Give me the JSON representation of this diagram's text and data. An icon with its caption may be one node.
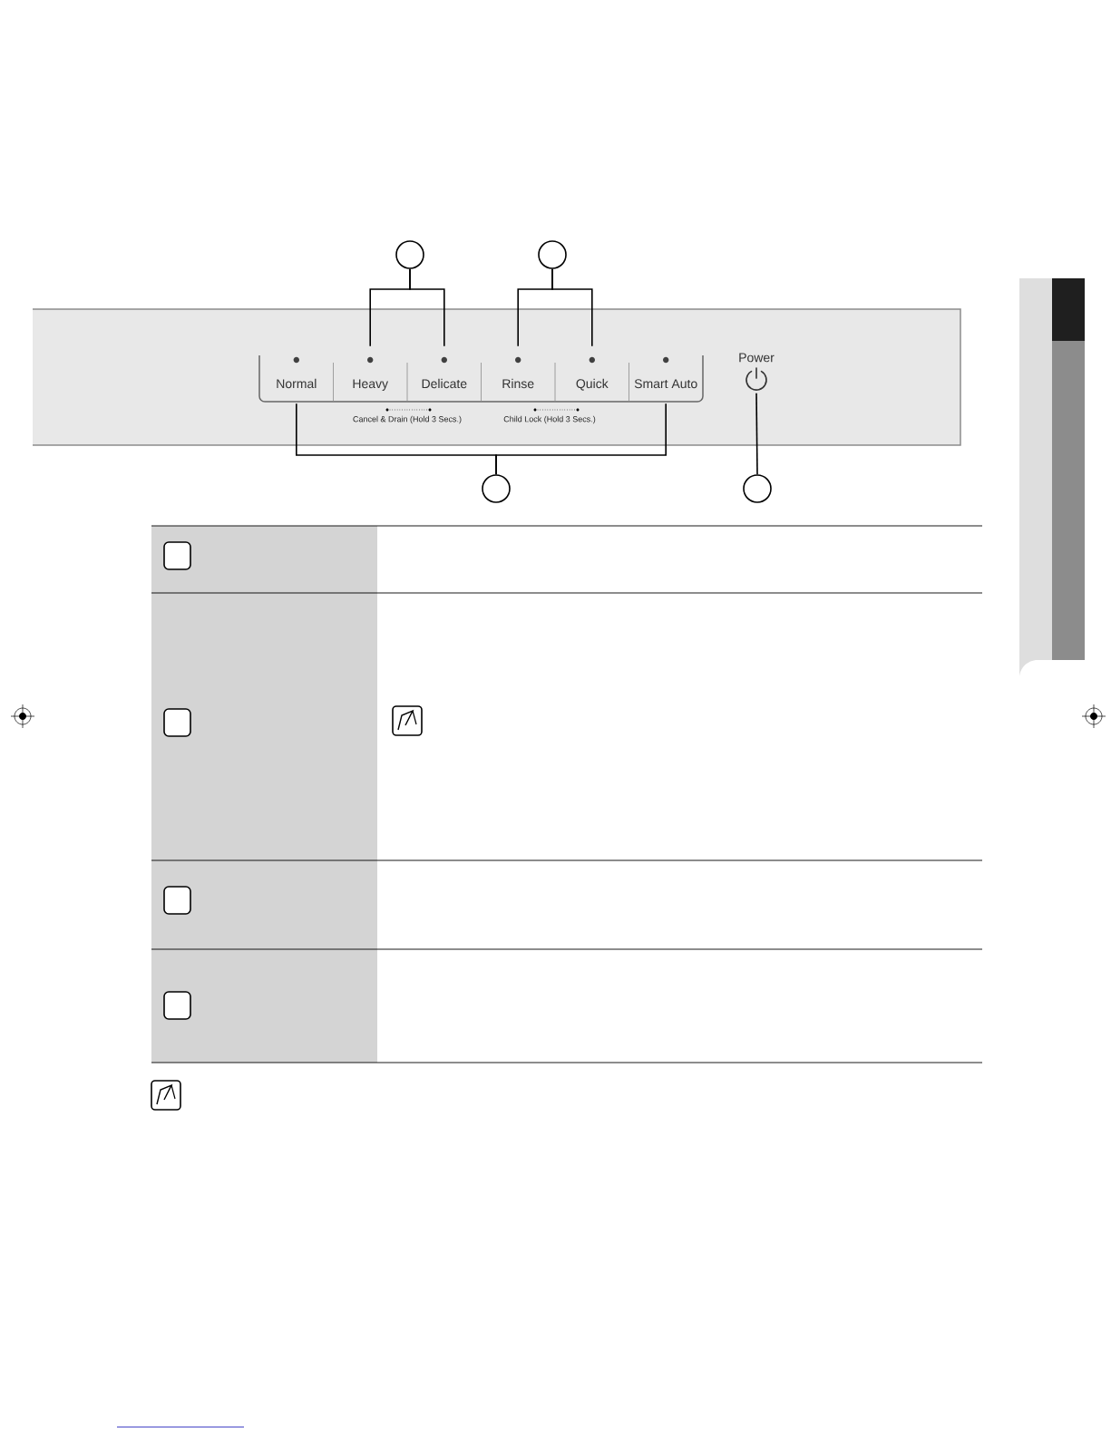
{
  "diagram": {
    "nodes": [
      {
        "text": [
          "Normal"
        ]
      },
      {
        "text": [
          "Heavy"
        ]
      },
      {
        "text": [
          "Delicate"
        ]
      },
      {
        "text": [
          "Rinse"
        ]
      },
      {
        "text": [
          "Quick"
        ]
      },
      {
        "text": [
          "Smart Auto"
        ]
      },
      {
        "text": [
          "Power"
        ]
      },
      {
        "text": [],
        "shape": "circle"
      },
      {
        "text": [],
        "shape": "circle"
      },
      {
        "text": [],
        "shape": "circle"
      },
      {
        "text": [],
        "shape": "circle"
      }
    ],
    "edges": [
      {
        "from": 7,
        "to": 1,
        "arrow": "none"
      },
      {
        "from": 7,
        "to": 2,
        "arrow": "none"
      },
      {
        "from": 8,
        "to": 3,
        "arrow": "none"
      },
      {
        "from": 8,
        "to": 4,
        "arrow": "none"
      },
      {
        "from": 9,
        "to": 0,
        "arrow": "none"
      },
      {
        "from": 9,
        "to": 5,
        "arrow": "none"
      },
      {
        "from": 10,
        "to": 6,
        "arrow": "none"
      }
    ],
    "labels": [
      "Cancel & Drain (Hold 3 Secs.)",
      "Child Lock  (Hold 3 Secs.)"
    ]
  }
}
